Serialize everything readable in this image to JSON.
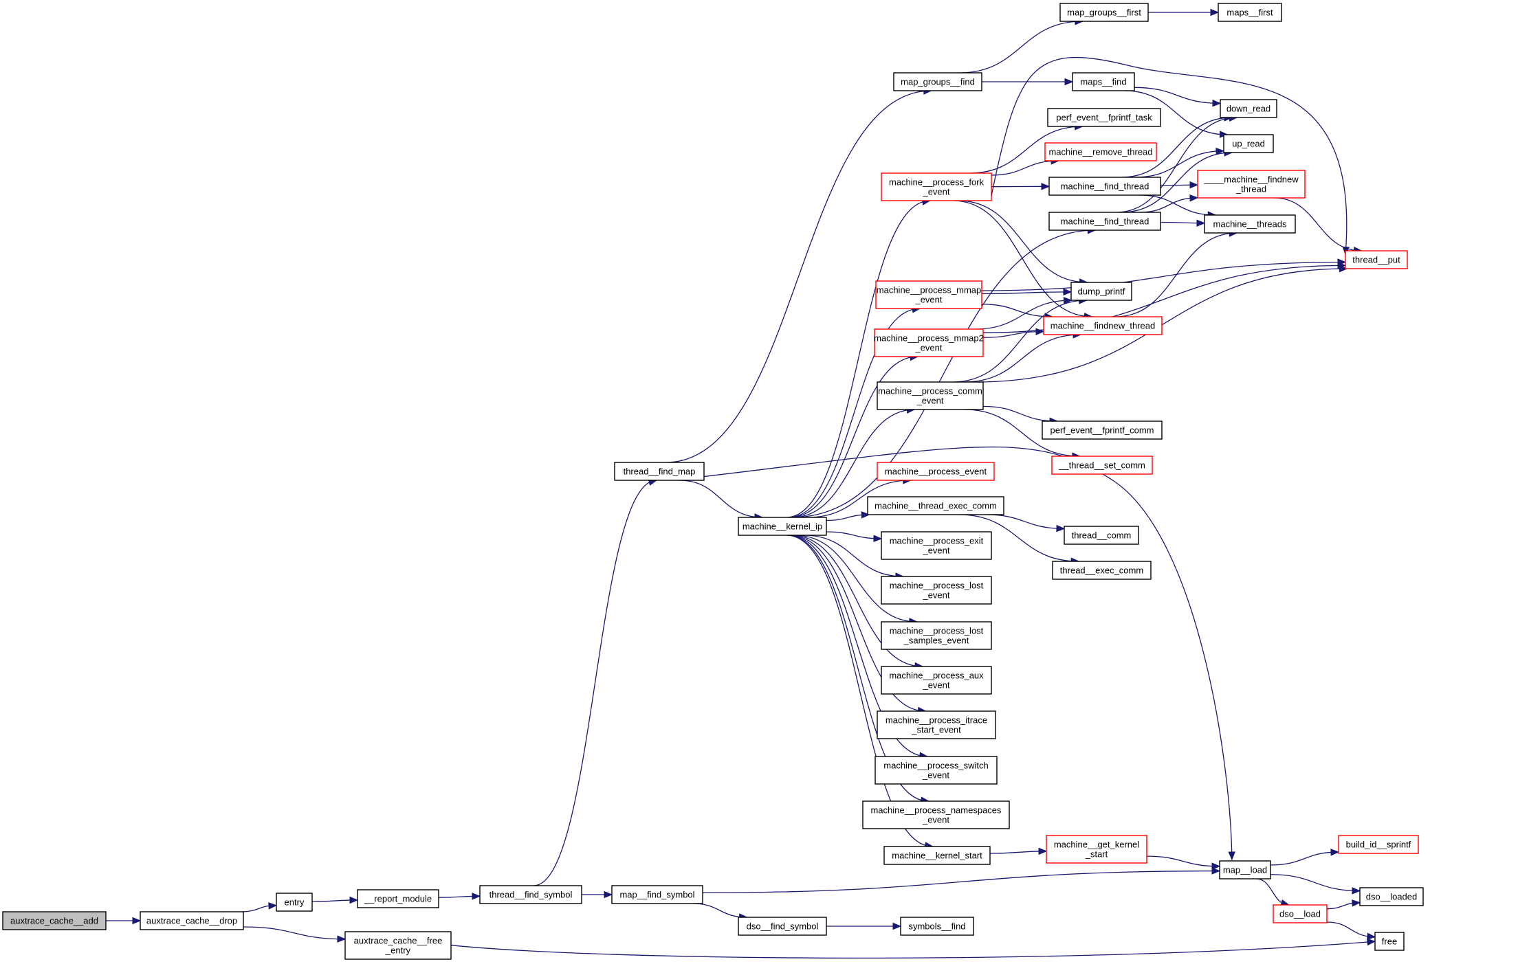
{
  "diagram": {
    "type": "call-graph",
    "colors": {
      "edge": "#191970",
      "normal_border": "#000000",
      "truncated_border": "#ff0000",
      "root_fill": "#bfbfbf",
      "node_fill": "#ffffff"
    },
    "nodes": [
      {
        "id": "auxtrace_cache__add",
        "lines": [
          "auxtrace_cache__add"
        ],
        "style": "root"
      },
      {
        "id": "auxtrace_cache__drop",
        "lines": [
          "auxtrace_cache__drop"
        ],
        "style": "normal"
      },
      {
        "id": "entry",
        "lines": [
          "entry"
        ],
        "style": "normal"
      },
      {
        "id": "__report_module",
        "lines": [
          "__report_module"
        ],
        "style": "normal"
      },
      {
        "id": "auxtrace_cache__free_entry",
        "lines": [
          "auxtrace_cache__free",
          "_entry"
        ],
        "style": "normal"
      },
      {
        "id": "thread__find_symbol",
        "lines": [
          "thread__find_symbol"
        ],
        "style": "normal"
      },
      {
        "id": "thread__find_map",
        "lines": [
          "thread__find_map"
        ],
        "style": "normal"
      },
      {
        "id": "map__find_symbol",
        "lines": [
          "map__find_symbol"
        ],
        "style": "normal"
      },
      {
        "id": "dso__find_symbol",
        "lines": [
          "dso__find_symbol"
        ],
        "style": "normal"
      },
      {
        "id": "symbols__find",
        "lines": [
          "symbols__find"
        ],
        "style": "normal"
      },
      {
        "id": "machine__kernel_ip",
        "lines": [
          "machine__kernel_ip"
        ],
        "style": "normal"
      },
      {
        "id": "map_groups__find",
        "lines": [
          "map_groups__find"
        ],
        "style": "normal"
      },
      {
        "id": "map_groups__first",
        "lines": [
          "map_groups__first"
        ],
        "style": "normal"
      },
      {
        "id": "maps__first",
        "lines": [
          "maps__first"
        ],
        "style": "normal"
      },
      {
        "id": "maps__find",
        "lines": [
          "maps__find"
        ],
        "style": "normal"
      },
      {
        "id": "down_read",
        "lines": [
          "down_read"
        ],
        "style": "normal"
      },
      {
        "id": "up_read",
        "lines": [
          "up_read"
        ],
        "style": "normal"
      },
      {
        "id": "perf_event__fprintf_task",
        "lines": [
          "perf_event__fprintf_task"
        ],
        "style": "normal"
      },
      {
        "id": "machine__remove_thread",
        "lines": [
          "machine__remove_thread"
        ],
        "style": "truncated"
      },
      {
        "id": "machine__process_fork_event",
        "lines": [
          "machine__process_fork",
          "_event"
        ],
        "style": "truncated"
      },
      {
        "id": "machine__find_thread_1",
        "lines": [
          "machine__find_thread"
        ],
        "style": "normal"
      },
      {
        "id": "machine__find_thread_2",
        "lines": [
          "machine__find_thread"
        ],
        "style": "normal"
      },
      {
        "id": "____machine__findnew_thread",
        "lines": [
          "____machine__findnew",
          "_thread"
        ],
        "style": "truncated"
      },
      {
        "id": "machine__threads",
        "lines": [
          "machine__threads"
        ],
        "style": "normal"
      },
      {
        "id": "thread__put",
        "lines": [
          "thread__put"
        ],
        "style": "truncated"
      },
      {
        "id": "machine__process_mmap_event",
        "lines": [
          "machine__process_mmap",
          "_event"
        ],
        "style": "truncated"
      },
      {
        "id": "dump_printf",
        "lines": [
          "dump_printf"
        ],
        "style": "normal"
      },
      {
        "id": "machine__findnew_thread",
        "lines": [
          "machine__findnew_thread"
        ],
        "style": "truncated"
      },
      {
        "id": "machine__process_mmap2_event",
        "lines": [
          "machine__process_mmap2",
          "_event"
        ],
        "style": "truncated"
      },
      {
        "id": "machine__process_comm_event",
        "lines": [
          "machine__process_comm",
          "_event"
        ],
        "style": "normal"
      },
      {
        "id": "perf_event__fprintf_comm",
        "lines": [
          "perf_event__fprintf_comm"
        ],
        "style": "normal"
      },
      {
        "id": "__thread__set_comm",
        "lines": [
          "__thread__set_comm"
        ],
        "style": "truncated"
      },
      {
        "id": "machine__process_event",
        "lines": [
          "machine__process_event"
        ],
        "style": "truncated"
      },
      {
        "id": "machine__thread_exec_comm",
        "lines": [
          "machine__thread_exec_comm"
        ],
        "style": "normal"
      },
      {
        "id": "thread__comm",
        "lines": [
          "thread__comm"
        ],
        "style": "normal"
      },
      {
        "id": "thread__exec_comm",
        "lines": [
          "thread__exec_comm"
        ],
        "style": "normal"
      },
      {
        "id": "machine__process_exit_event",
        "lines": [
          "machine__process_exit",
          "_event"
        ],
        "style": "normal"
      },
      {
        "id": "machine__process_lost_event",
        "lines": [
          "machine__process_lost",
          "_event"
        ],
        "style": "normal"
      },
      {
        "id": "machine__process_lost_samples_event",
        "lines": [
          "machine__process_lost",
          "_samples_event"
        ],
        "style": "normal"
      },
      {
        "id": "machine__process_aux_event",
        "lines": [
          "machine__process_aux",
          "_event"
        ],
        "style": "normal"
      },
      {
        "id": "machine__process_itrace_start_event",
        "lines": [
          "machine__process_itrace",
          "_start_event"
        ],
        "style": "normal"
      },
      {
        "id": "machine__process_switch_event",
        "lines": [
          "machine__process_switch",
          "_event"
        ],
        "style": "normal"
      },
      {
        "id": "machine__process_namespaces_event",
        "lines": [
          "machine__process_namespaces",
          "_event"
        ],
        "style": "normal"
      },
      {
        "id": "machine__kernel_start",
        "lines": [
          "machine__kernel_start"
        ],
        "style": "normal"
      },
      {
        "id": "machine__get_kernel_start",
        "lines": [
          "machine__get_kernel",
          "_start"
        ],
        "style": "truncated"
      },
      {
        "id": "map__load",
        "lines": [
          "map__load"
        ],
        "style": "normal"
      },
      {
        "id": "build_id__sprintf",
        "lines": [
          "build_id__sprintf"
        ],
        "style": "truncated"
      },
      {
        "id": "dso__loaded",
        "lines": [
          "dso__loaded"
        ],
        "style": "normal"
      },
      {
        "id": "dso__load",
        "lines": [
          "dso__load"
        ],
        "style": "truncated"
      },
      {
        "id": "free",
        "lines": [
          "free"
        ],
        "style": "normal"
      }
    ],
    "edges": [
      {
        "from": "auxtrace_cache__add",
        "to": "auxtrace_cache__drop"
      },
      {
        "from": "auxtrace_cache__drop",
        "to": "entry"
      },
      {
        "from": "auxtrace_cache__drop",
        "to": "auxtrace_cache__free_entry"
      },
      {
        "from": "entry",
        "to": "__report_module"
      },
      {
        "from": "__report_module",
        "to": "thread__find_symbol"
      },
      {
        "from": "auxtrace_cache__free_entry",
        "to": "free"
      },
      {
        "from": "thread__find_symbol",
        "to": "thread__find_map"
      },
      {
        "from": "thread__find_symbol",
        "to": "map__find_symbol"
      },
      {
        "from": "thread__find_map",
        "to": "map_groups__find"
      },
      {
        "from": "thread__find_map",
        "to": "machine__kernel_ip"
      },
      {
        "from": "thread__find_map",
        "to": "map__load"
      },
      {
        "from": "map__find_symbol",
        "to": "map__load"
      },
      {
        "from": "map__find_symbol",
        "to": "dso__find_symbol"
      },
      {
        "from": "dso__find_symbol",
        "to": "symbols__find"
      },
      {
        "from": "map_groups__find",
        "to": "map_groups__first"
      },
      {
        "from": "map_groups__find",
        "to": "maps__find"
      },
      {
        "from": "map_groups__first",
        "to": "maps__first"
      },
      {
        "from": "maps__find",
        "to": "down_read"
      },
      {
        "from": "maps__find",
        "to": "up_read"
      },
      {
        "from": "machine__kernel_ip",
        "to": "machine__process_fork_event"
      },
      {
        "from": "machine__kernel_ip",
        "to": "machine__find_thread_2"
      },
      {
        "from": "machine__kernel_ip",
        "to": "machine__process_mmap_event"
      },
      {
        "from": "machine__kernel_ip",
        "to": "machine__process_mmap2_event"
      },
      {
        "from": "machine__kernel_ip",
        "to": "machine__process_comm_event"
      },
      {
        "from": "machine__kernel_ip",
        "to": "machine__process_event"
      },
      {
        "from": "machine__kernel_ip",
        "to": "machine__thread_exec_comm"
      },
      {
        "from": "machine__kernel_ip",
        "to": "machine__process_exit_event"
      },
      {
        "from": "machine__kernel_ip",
        "to": "machine__process_lost_event"
      },
      {
        "from": "machine__kernel_ip",
        "to": "machine__process_lost_samples_event"
      },
      {
        "from": "machine__kernel_ip",
        "to": "machine__process_aux_event"
      },
      {
        "from": "machine__kernel_ip",
        "to": "machine__process_itrace_start_event"
      },
      {
        "from": "machine__kernel_ip",
        "to": "machine__process_switch_event"
      },
      {
        "from": "machine__kernel_ip",
        "to": "machine__process_namespaces_event"
      },
      {
        "from": "machine__kernel_ip",
        "to": "machine__kernel_start"
      },
      {
        "from": "machine__process_fork_event",
        "to": "perf_event__fprintf_task"
      },
      {
        "from": "machine__process_fork_event",
        "to": "machine__remove_thread"
      },
      {
        "from": "machine__process_fork_event",
        "to": "machine__find_thread_1"
      },
      {
        "from": "machine__process_fork_event",
        "to": "dump_printf"
      },
      {
        "from": "machine__process_fork_event",
        "to": "machine__findnew_thread"
      },
      {
        "from": "machine__process_fork_event",
        "to": "thread__put"
      },
      {
        "from": "machine__find_thread_1",
        "to": "down_read"
      },
      {
        "from": "machine__find_thread_1",
        "to": "up_read"
      },
      {
        "from": "machine__find_thread_1",
        "to": "____machine__findnew_thread"
      },
      {
        "from": "machine__find_thread_1",
        "to": "machine__threads"
      },
      {
        "from": "machine__find_thread_2",
        "to": "down_read"
      },
      {
        "from": "machine__find_thread_2",
        "to": "up_read"
      },
      {
        "from": "machine__find_thread_2",
        "to": "____machine__findnew_thread"
      },
      {
        "from": "machine__find_thread_2",
        "to": "machine__threads"
      },
      {
        "from": "____machine__findnew_thread",
        "to": "thread__put"
      },
      {
        "from": "machine__process_mmap_event",
        "to": "thread__put"
      },
      {
        "from": "machine__process_mmap_event",
        "to": "dump_printf"
      },
      {
        "from": "machine__process_mmap_event",
        "to": "machine__findnew_thread"
      },
      {
        "from": "machine__process_mmap2_event",
        "to": "dump_printf"
      },
      {
        "from": "machine__process_mmap2_event",
        "to": "machine__findnew_thread"
      },
      {
        "from": "machine__process_mmap2_event",
        "to": "thread__put"
      },
      {
        "from": "machine__findnew_thread",
        "to": "machine__threads"
      },
      {
        "from": "machine__process_comm_event",
        "to": "dump_printf"
      },
      {
        "from": "machine__process_comm_event",
        "to": "machine__findnew_thread"
      },
      {
        "from": "machine__process_comm_event",
        "to": "thread__put"
      },
      {
        "from": "machine__process_comm_event",
        "to": "perf_event__fprintf_comm"
      },
      {
        "from": "machine__process_comm_event",
        "to": "__thread__set_comm"
      },
      {
        "from": "machine__thread_exec_comm",
        "to": "thread__comm"
      },
      {
        "from": "machine__thread_exec_comm",
        "to": "thread__exec_comm"
      },
      {
        "from": "machine__kernel_start",
        "to": "machine__get_kernel_start"
      },
      {
        "from": "machine__get_kernel_start",
        "to": "map__load"
      },
      {
        "from": "map__load",
        "to": "build_id__sprintf"
      },
      {
        "from": "map__load",
        "to": "dso__loaded"
      },
      {
        "from": "map__load",
        "to": "dso__load"
      },
      {
        "from": "dso__load",
        "to": "dso__loaded"
      },
      {
        "from": "dso__load",
        "to": "free"
      }
    ]
  }
}
